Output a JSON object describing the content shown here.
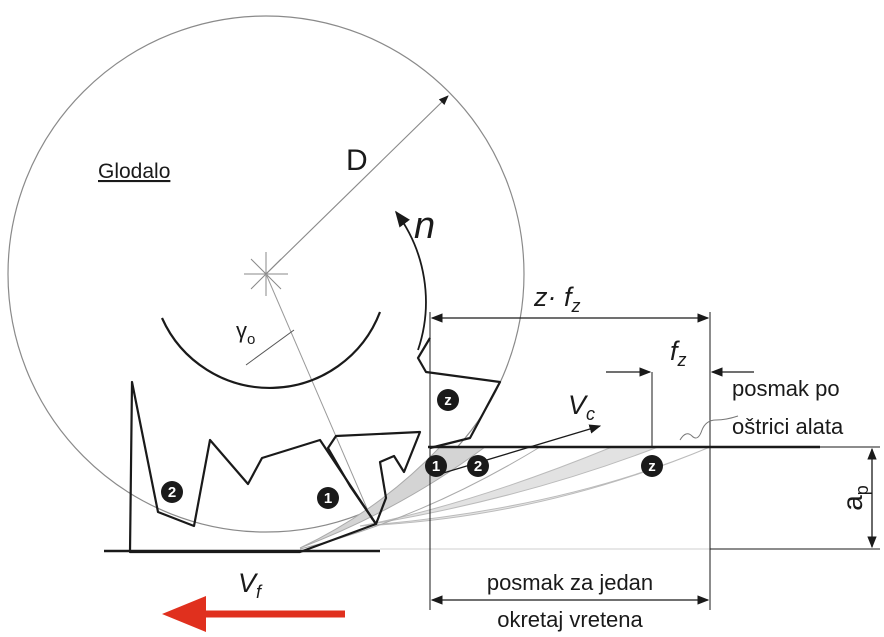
{
  "title": "Glodalo",
  "labels": {
    "diameter": "D",
    "rotation": "n",
    "rake_angle": "γ",
    "rake_angle_sub": "o",
    "cut_velocity": "V",
    "cut_velocity_sub": "c",
    "feed_velocity": "V",
    "feed_velocity_sub": "f",
    "feed_per_rev": "z· f",
    "feed_per_rev_sub": "z",
    "feed_per_tooth": "f",
    "feed_per_tooth_sub": "z",
    "depth": "a",
    "depth_sub": "p",
    "feed_per_tooth_note_1": "posmak po",
    "feed_per_tooth_note_2": "oštrici alata",
    "feed_per_rev_note_1": "posmak za jedan",
    "feed_per_rev_note_2": "okretaj vretena"
  },
  "teeth": {
    "one": "1",
    "two": "2",
    "z": "z"
  },
  "colors": {
    "line": "#1a1a1a",
    "feed_arrow": "#e0301e",
    "chip": "#d4d4d4"
  }
}
